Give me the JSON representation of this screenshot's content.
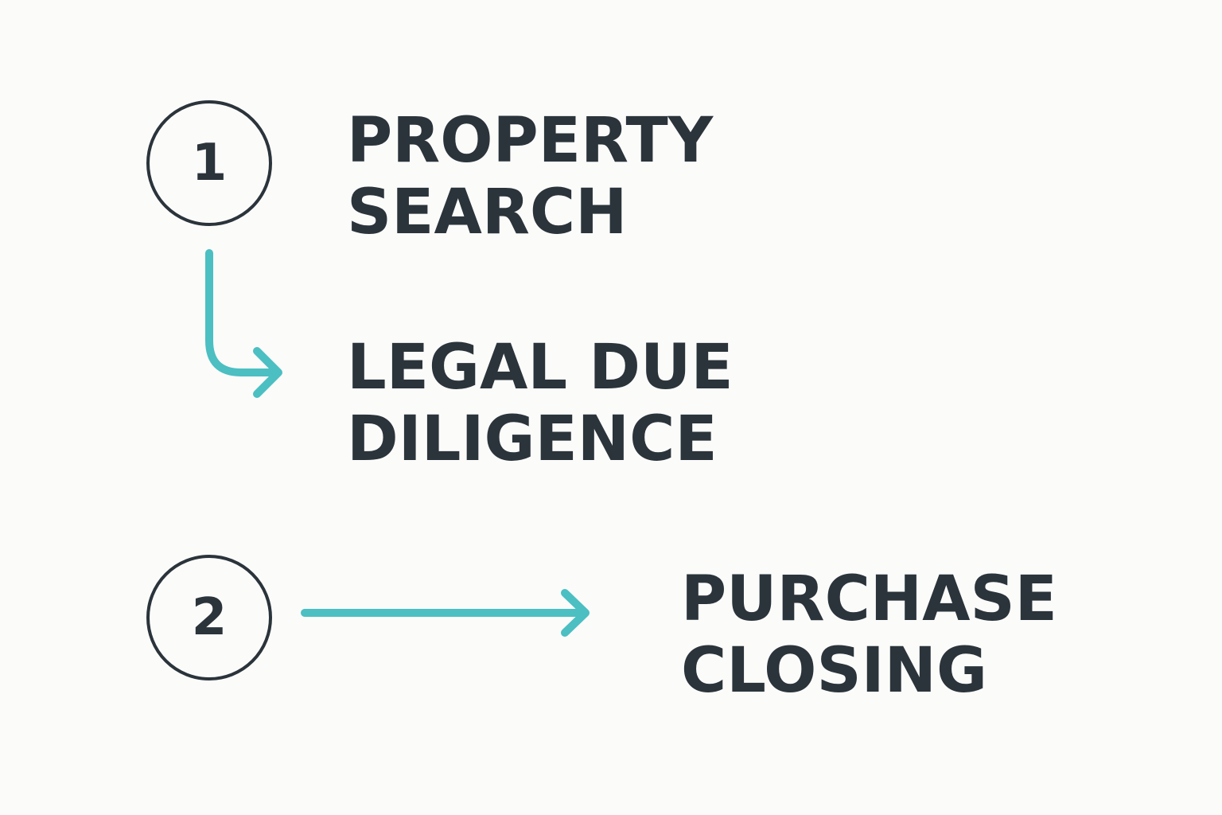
{
  "diagram": {
    "accent_color": "#4bbfc2",
    "text_color": "#2b343b",
    "steps": [
      {
        "number": "1",
        "label_line1": "PROPERTY",
        "label_line2": "SEARCH"
      },
      {
        "label_line1": "LEGAL DUE",
        "label_line2": "DILIGENCE"
      },
      {
        "number": "2",
        "label_line1": "PURCHASE",
        "label_line2": "CLOSING"
      }
    ],
    "arrows": [
      {
        "from": "PROPERTY SEARCH",
        "to": "LEGAL DUE DILIGENCE",
        "icon": "curved-arrow-icon"
      },
      {
        "from": "2",
        "to": "PURCHASE CLOSING",
        "icon": "arrow-right-icon"
      }
    ]
  }
}
